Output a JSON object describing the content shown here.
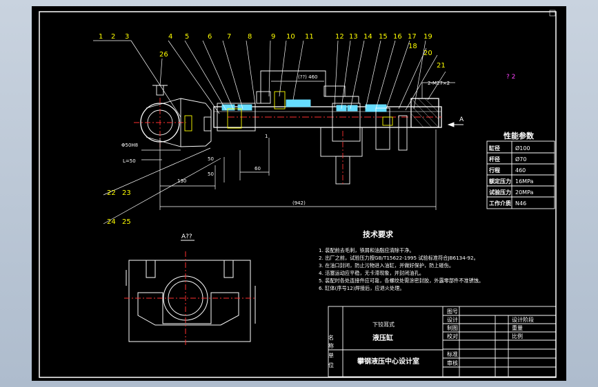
{
  "drawing": {
    "balloons": [
      "1",
      "2",
      "3",
      "26",
      "4",
      "5",
      "6",
      "7",
      "8",
      "9",
      "10",
      "11",
      "12",
      "13",
      "14",
      "15",
      "16",
      "17",
      "19",
      "18",
      "20",
      "21",
      "22",
      "23",
      "24",
      "25"
    ],
    "view_label_a": "A",
    "section_title": "A??",
    "dims": {
      "stroke": "(??) 460",
      "overall": "(942)",
      "d130": "130",
      "d60": "60",
      "d50": "50",
      "d50b": "50",
      "d1": "1",
      "ring_note": "Φ50H8",
      "len50": "L=50",
      "thread": "2-M27×2"
    },
    "corner_mark": "? 2"
  },
  "params": {
    "title": "性能参数",
    "rows": [
      {
        "k": "缸径",
        "v": "Ø100"
      },
      {
        "k": "杆径",
        "v": "Ø70"
      },
      {
        "k": "行程",
        "v": "460"
      },
      {
        "k": "额定压力",
        "v": "16MPa"
      },
      {
        "k": "试验压力",
        "v": "20MPa"
      },
      {
        "k": "工作介质",
        "v": "N46"
      }
    ]
  },
  "tech": {
    "title": "技术要求",
    "lines": [
      "1. 装配前去毛刺，铁屑和油脂应清除干净。",
      "2. 出厂之前，试验压力按GB/T15622-1995         试验标准符合JB6134-92。",
      "3. 在油口封闭，防止污物进入油缸，并做好保护，防上碰伤。",
      "4. 活塞运动应平稳，无卡滞现象，并封闭油孔。",
      "5. 装配时各处连接件应可靠，各螺纹处需涂密封胶，外露零部件不准锈蚀。",
      "6. 缸体(序号12)焊接后，应退火处理。"
    ]
  },
  "titleblock": {
    "name_label": "名称",
    "name_line1": "下铰耳式",
    "name_line2": "液压缸",
    "unit_label": "单位",
    "unit_value": "攀钢液压中心设计室",
    "map_no_label": "图号",
    "r1": [
      "设计",
      "设计阶段"
    ],
    "r2": [
      "制图",
      "重量"
    ],
    "r3": [
      "校对",
      "比例"
    ],
    "r4": [
      "标准"
    ],
    "r5": [
      "审核"
    ]
  }
}
